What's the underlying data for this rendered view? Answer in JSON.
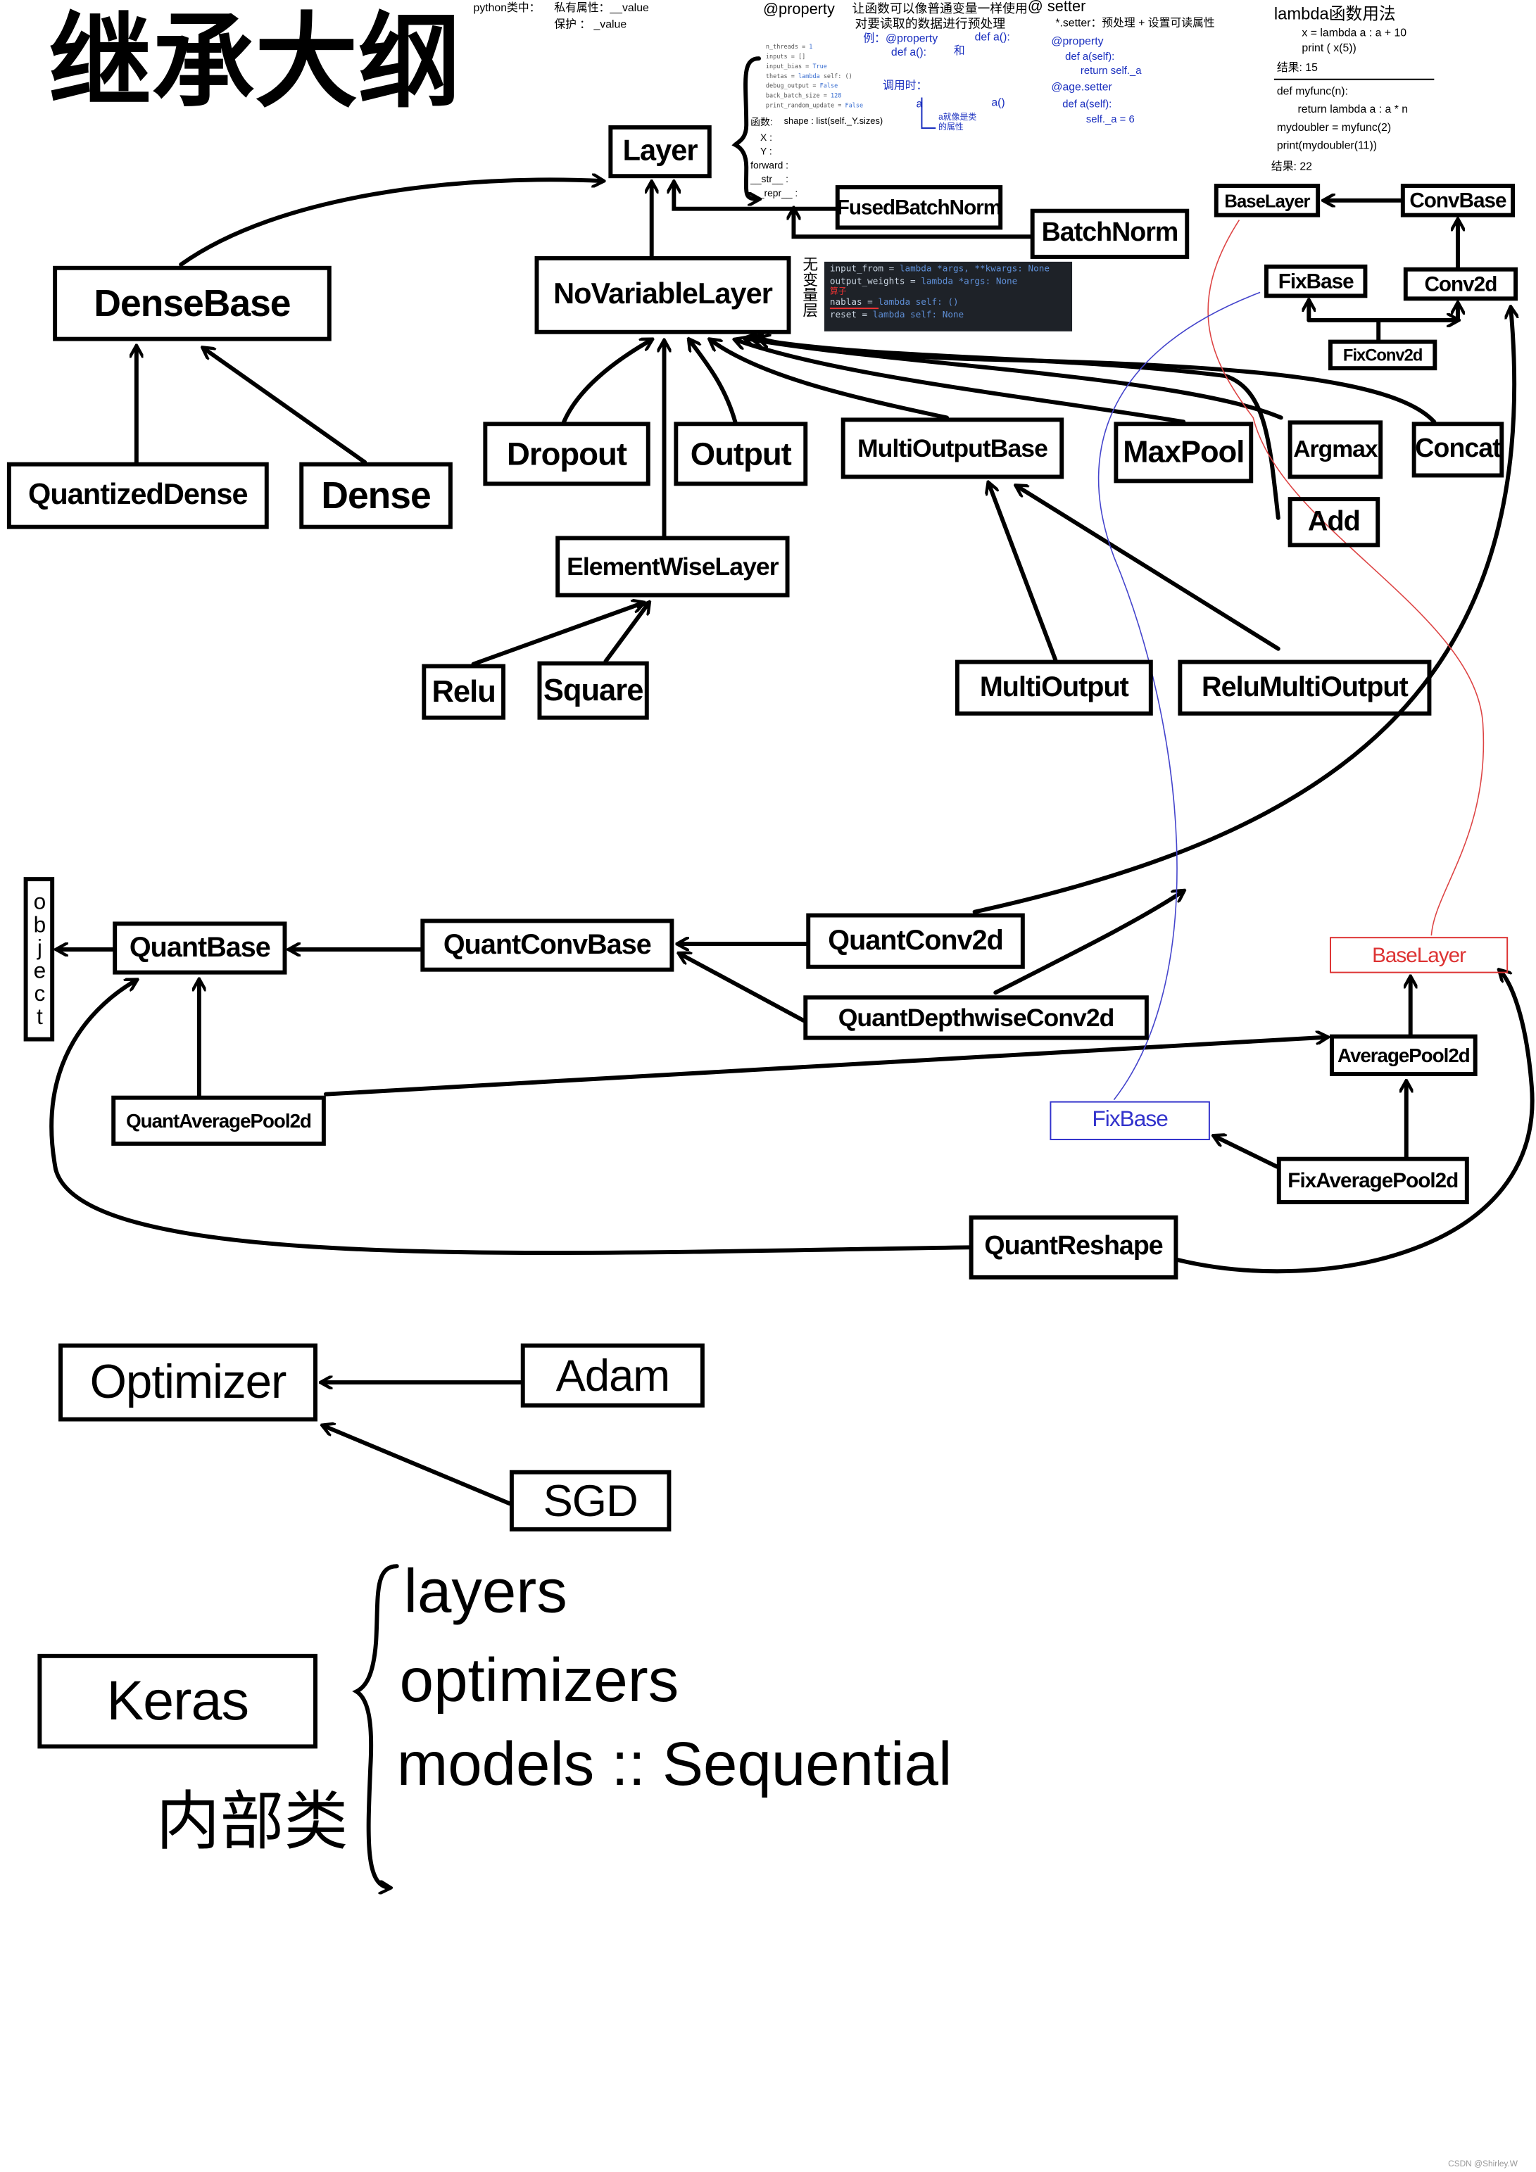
{
  "title": "继承大纲",
  "notes": {
    "python": {
      "heading": "python类中：",
      "private": "私有属性：__value",
      "protected": "保护 ： _value"
    },
    "property": {
      "heading": "@property",
      "line1": "让函数可以像普通变量一样使用",
      "line2": "对要读取的数据进行预处理",
      "example_label": "例：@property",
      "example_def": "def a():",
      "and": "和",
      "example_def2": "def a():",
      "call_label": "调用时：",
      "call_a": "a",
      "call_a2": "a()",
      "call_note": "a就像是类的属性"
    },
    "setter": {
      "heading": "@ setter",
      "line1": "*.setter：预处理 + 设置可读属性",
      "code": [
        "@property",
        "def a(self):",
        "return self._a",
        "@age.setter",
        "def a(self):",
        "self._a = 6"
      ]
    },
    "lambda": {
      "heading": "lambda函数用法",
      "line1": "x = lambda a : a + 10",
      "line2": "print ( x(5))",
      "result1": "结果: 15",
      "line3": "def myfunc(n):",
      "line4": "return lambda a : a * n",
      "line5": "mydoubler = myfunc(2)",
      "line6": "print(mydoubler(11))",
      "result2": "结果: 22"
    },
    "layer_attrs": {
      "code": [
        [
          "n_threads = ",
          "1"
        ],
        [
          "inputs = []",
          ""
        ],
        [
          "input_bias = ",
          "True"
        ],
        [
          "thetas = ",
          "lambda",
          " self: ()"
        ],
        [
          "debug_output = ",
          "False"
        ],
        [
          "back_batch_size = ",
          "128"
        ],
        [
          "print_random_update = ",
          "False"
        ]
      ],
      "functions_label": "函数:",
      "shape": "shape : list(self._Y.sizes)",
      "x": "X :",
      "y": "Y :",
      "forward": "forward :",
      "str": "__str__ :",
      "repr": "__repr__ :"
    },
    "novariable": {
      "label": "无变量层",
      "operator_label": "算子",
      "code": [
        [
          "input_from = ",
          "lambda *args, **kwargs: None"
        ],
        [
          "output_weights = ",
          "lambda *args: None"
        ],
        [
          "nablas = ",
          "lambda self: ()"
        ],
        [
          "reset = ",
          "lambda self: None"
        ]
      ]
    }
  },
  "classes": {
    "layer": "Layer",
    "fused_batch_norm": "FusedBatchNorm",
    "batch_norm": "BatchNorm",
    "dense_base": "DenseBase",
    "no_variable_layer": "NoVariableLayer",
    "base_layer": "BaseLayer",
    "conv_base": "ConvBase",
    "fix_base": "FixBase",
    "conv2d": "Conv2d",
    "fix_conv2d": "FixConv2d",
    "quantized_dense": "QuantizedDense",
    "dense": "Dense",
    "dropout": "Dropout",
    "output": "Output",
    "multi_output_base": "MultiOutputBase",
    "max_pool": "MaxPool",
    "argmax": "Argmax",
    "concat": "Concat",
    "add": "Add",
    "element_wise_layer": "ElementWiseLayer",
    "relu": "Relu",
    "square": "Square",
    "multi_output": "MultiOutput",
    "relu_multi_output": "ReluMultiOutput",
    "object": "object",
    "quant_base": "QuantBase",
    "quant_conv_base": "QuantConvBase",
    "quant_conv2d": "QuantConv2d",
    "quant_depthwise_conv2d": "QuantDepthwiseConv2d",
    "base_layer_ref": "BaseLayer",
    "average_pool2d": "AveragePool2d",
    "quant_average_pool2d": "QuantAveragePool2d",
    "fix_base_ref": "FixBase",
    "fix_average_pool2d": "FixAveragePool2d",
    "quant_reshape": "QuantReshape",
    "optimizer": "Optimizer",
    "adam": "Adam",
    "sgd": "SGD"
  },
  "keras": {
    "label": "Keras",
    "inner_label": "内部类",
    "items": [
      "layers",
      "optimizers",
      "models :: Sequential"
    ]
  },
  "watermark": "CSDN @Shirley.W"
}
